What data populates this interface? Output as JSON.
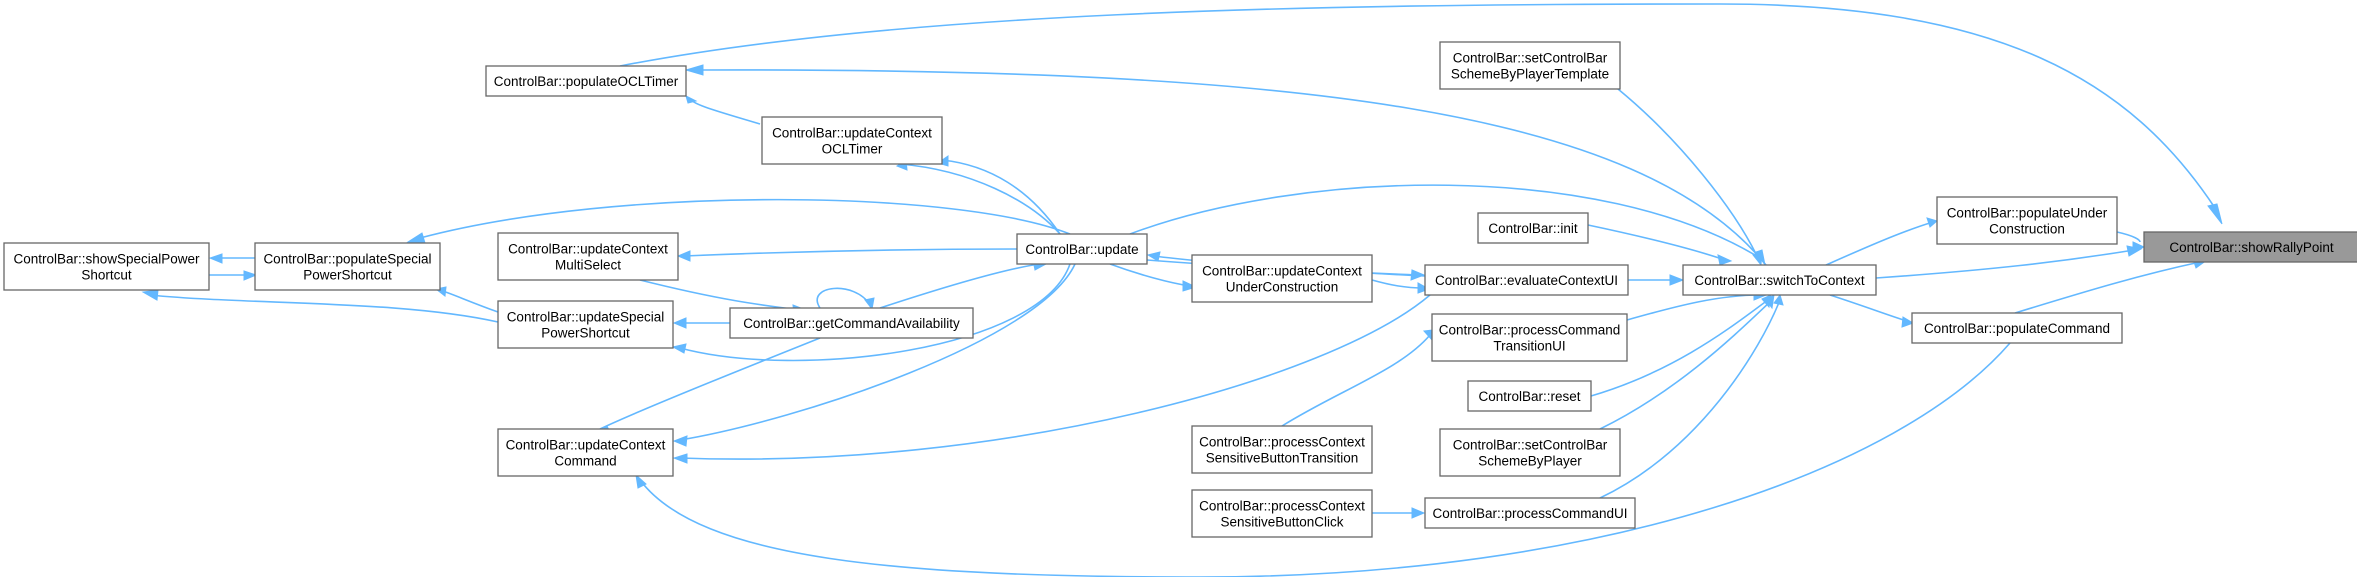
{
  "nodes": {
    "showRallyPoint": "ControlBar::showRallyPoint",
    "populateOCLTimer": "ControlBar::populateOCLTimer",
    "setControlBarSchemeByPlayerTemplate": [
      "ControlBar::setControlBar",
      "SchemeByPlayerTemplate"
    ],
    "updateContextOCLTimer": [
      "ControlBar::updateContext",
      "OCLTimer"
    ],
    "populateUnderConstruction": [
      "ControlBar::populateUnder",
      "Construction"
    ],
    "showSpecialPowerShortcut": [
      "ControlBar::showSpecialPower",
      "Shortcut"
    ],
    "populateSpecialPowerShortcut": [
      "ControlBar::populateSpecial",
      "PowerShortcut"
    ],
    "updateContextMultiSelect": [
      "ControlBar::updateContext",
      "MultiSelect"
    ],
    "update": "ControlBar::update",
    "init": "ControlBar::init",
    "evaluateContextUI": "ControlBar::evaluateContextUI",
    "switchToContext": "ControlBar::switchToContext",
    "updateSpecialPowerShortcut": [
      "ControlBar::updateSpecial",
      "PowerShortcut"
    ],
    "getCommandAvailability": "ControlBar::getCommandAvailability",
    "updateContextUnderConstruction": [
      "ControlBar::updateContext",
      "UnderConstruction"
    ],
    "processCommandTransitionUI": [
      "ControlBar::processCommand",
      "TransitionUI"
    ],
    "populateCommand": "ControlBar::populateCommand",
    "reset": "ControlBar::reset",
    "updateContextCommand": [
      "ControlBar::updateContext",
      "Command"
    ],
    "processContextSensitiveButtonTransition": [
      "ControlBar::processContext",
      "SensitiveButtonTransition"
    ],
    "setControlBarSchemeByPlayer": [
      "ControlBar::setControlBar",
      "SchemeByPlayer"
    ],
    "processContextSensitiveButtonClick": [
      "ControlBar::processContext",
      "SensitiveButtonClick"
    ],
    "processCommandUI": "ControlBar::processCommandUI"
  },
  "colors": {
    "edge": "#63b8ff",
    "node_border": "#666666",
    "focus_fill": "#999999"
  }
}
